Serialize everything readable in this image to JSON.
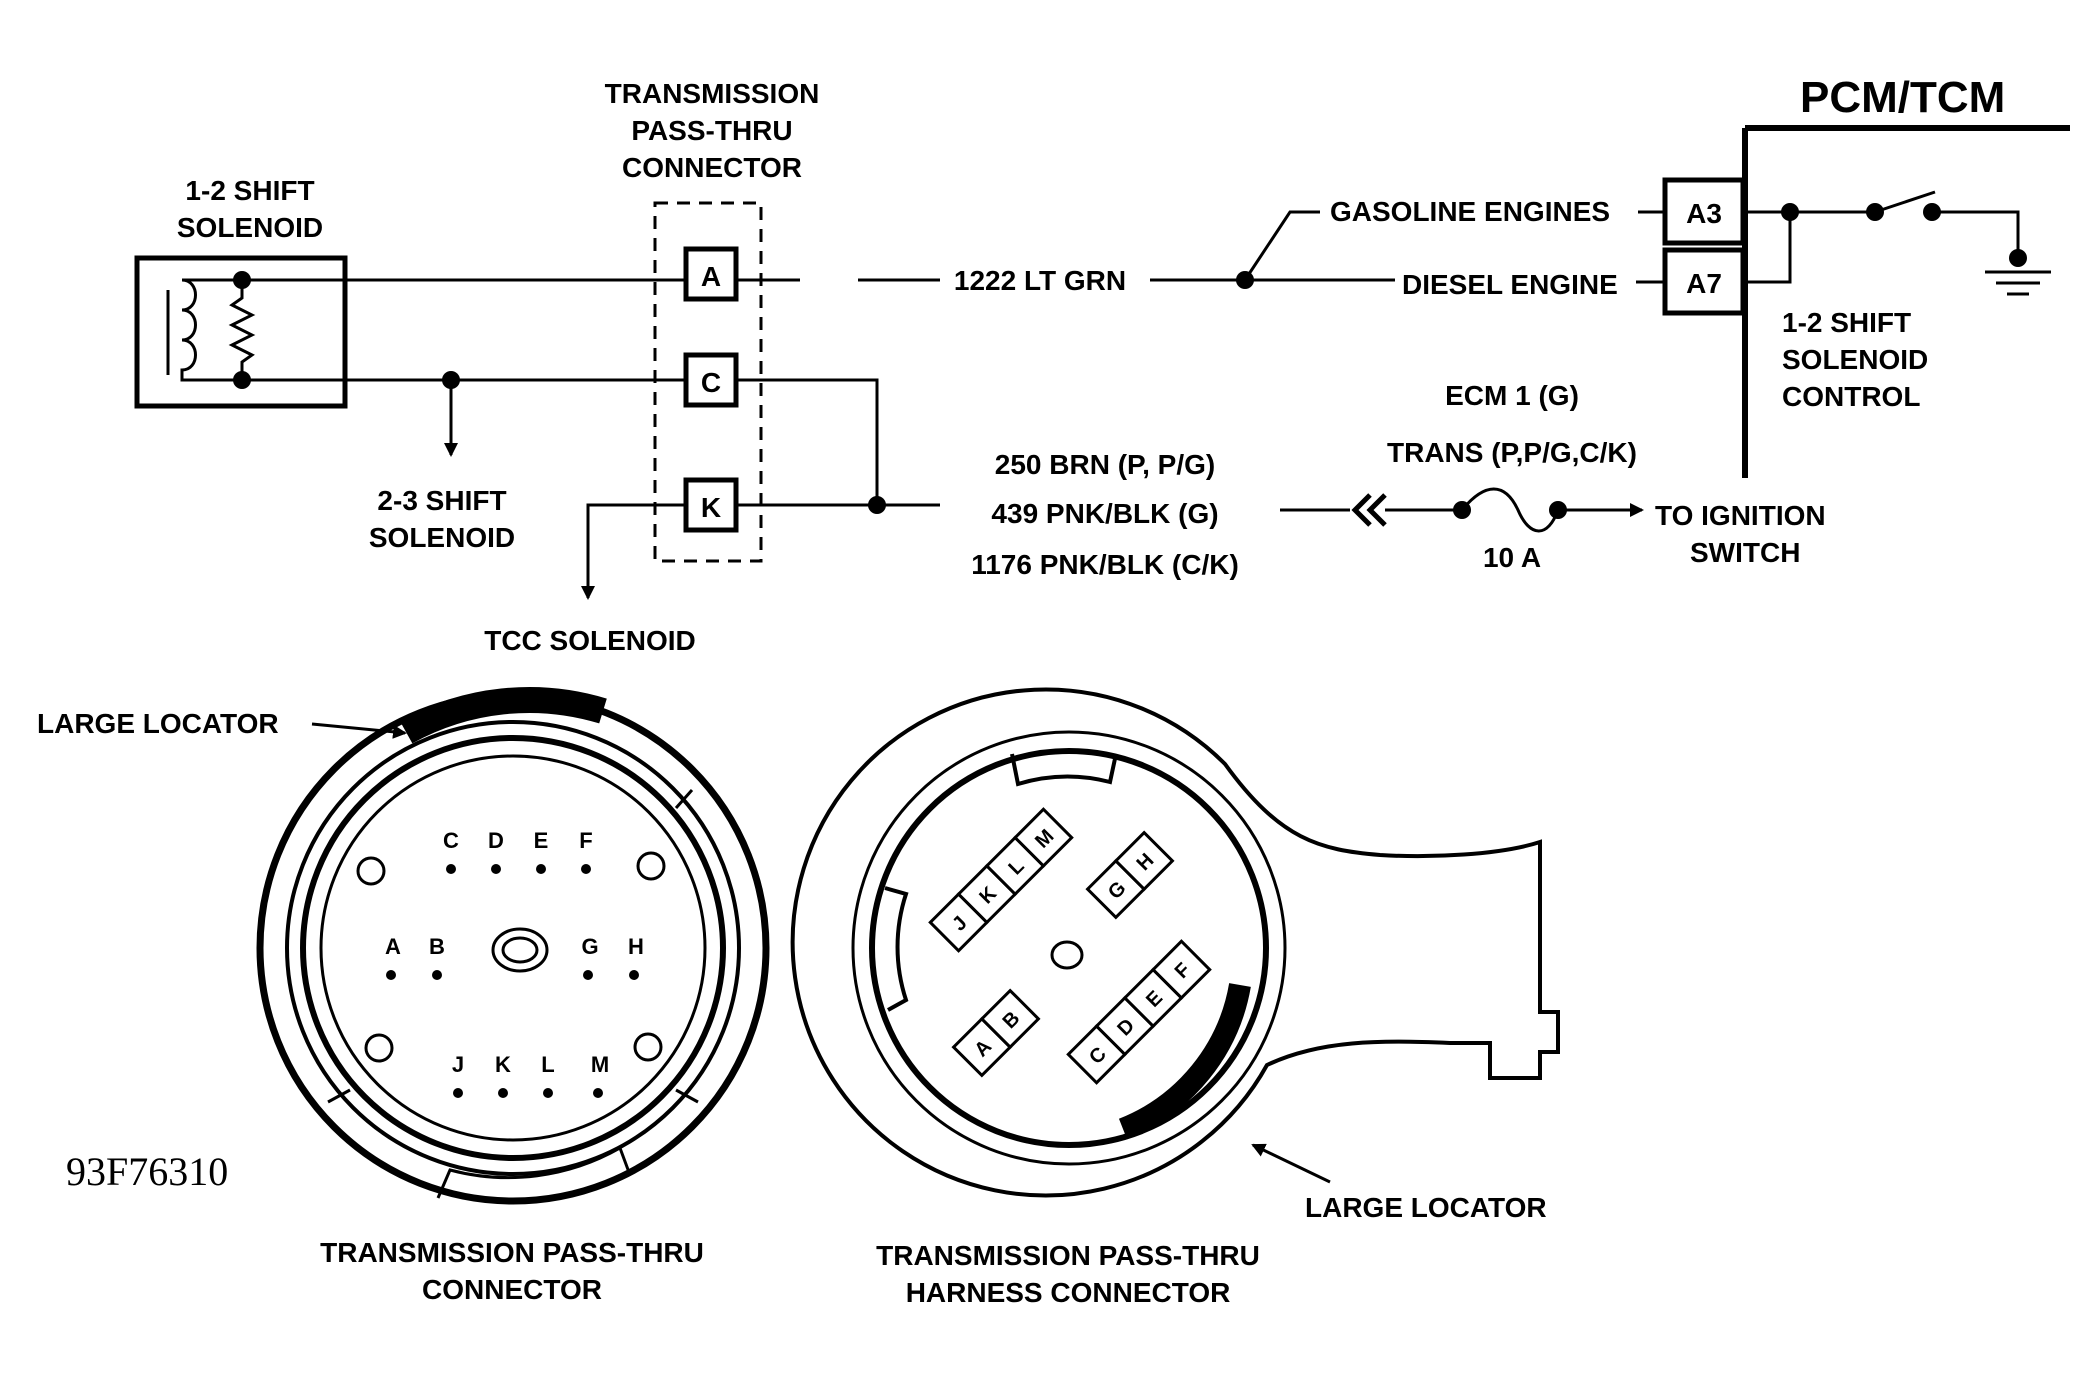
{
  "figure_id": "93F76310",
  "pcm": {
    "title": "PCM/TCM",
    "pins": [
      "A3",
      "A7"
    ],
    "control_label": [
      "1-2 SHIFT",
      "SOLENOID",
      "CONTROL"
    ]
  },
  "connector": {
    "title": [
      "TRANSMISSION",
      "PASS-THRU",
      "CONNECTOR"
    ],
    "pins": [
      "A",
      "C",
      "K"
    ]
  },
  "components": {
    "shift12": [
      "1-2 SHIFT",
      "SOLENOID"
    ],
    "shift23": [
      "2-3 SHIFT",
      "SOLENOID"
    ],
    "tcc": "TCC SOLENOID"
  },
  "wires": {
    "w1222": "1222 LT GRN",
    "gasoline": "GASOLINE ENGINES",
    "diesel": "DIESEL ENGINE",
    "power": [
      "250 BRN (P, P/G)",
      "439 PNK/BLK (G)",
      "1176 PNK/BLK (C/K)"
    ],
    "fuse": {
      "ecm": "ECM 1 (G)",
      "trans": "TRANS (P,P/G,C/K)",
      "rating": "10 A"
    },
    "ignition": [
      "TO IGNITION",
      "SWITCH"
    ]
  },
  "views": {
    "left": {
      "locator": "LARGE LOCATOR",
      "caption": [
        "TRANSMISSION PASS-THRU",
        "CONNECTOR"
      ],
      "pins_top": [
        "C",
        "D",
        "E",
        "F"
      ],
      "pins_mid": [
        "A",
        "B",
        "G",
        "H"
      ],
      "pins_bottom": [
        "J",
        "K",
        "L",
        "M"
      ]
    },
    "right": {
      "locator": "LARGE LOCATOR",
      "caption": [
        "TRANSMISSION PASS-THRU",
        "HARNESS CONNECTOR"
      ],
      "cells": [
        "J",
        "K",
        "L",
        "M",
        "G",
        "H",
        "A",
        "B",
        "C",
        "D",
        "E",
        "F"
      ]
    }
  }
}
